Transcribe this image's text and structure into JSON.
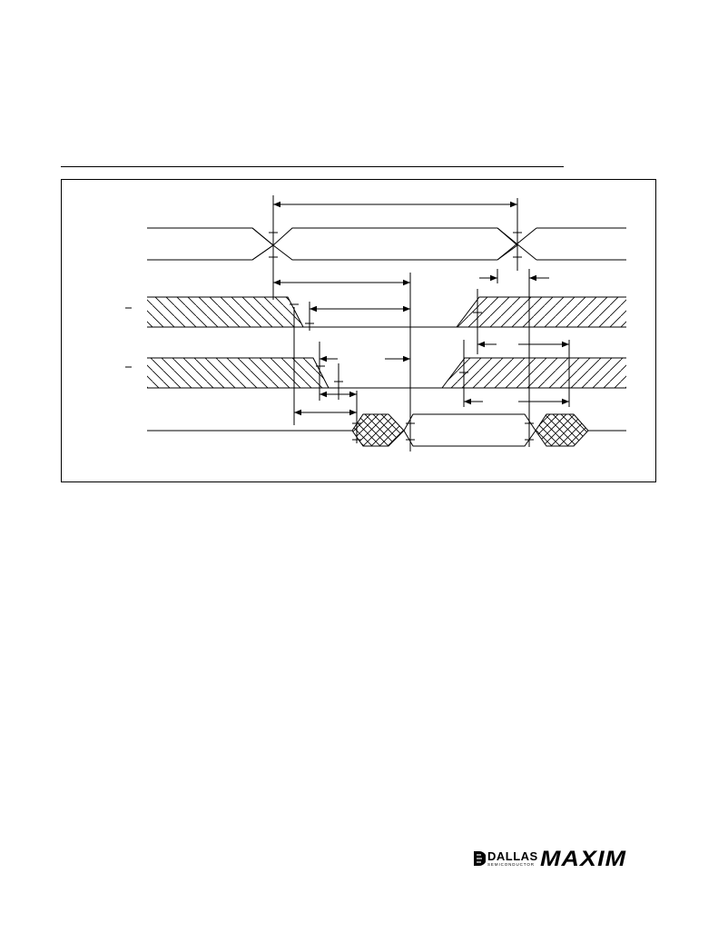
{
  "brand": {
    "dallas": "DALLAS",
    "semiconductor": "SEMICONDUCTOR",
    "maxim": "MAXIM"
  },
  "colors": {
    "ink": "#000000",
    "paper": "#ffffff"
  },
  "diagram": {
    "overbar_marks": [
      "—",
      "—"
    ]
  }
}
